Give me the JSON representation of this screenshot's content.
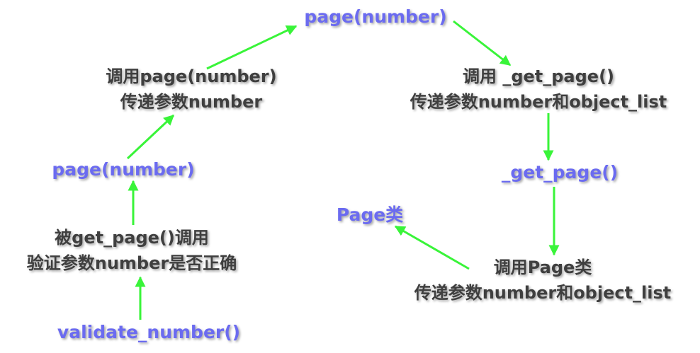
{
  "colors": {
    "function": "#6b6bf0",
    "description": "#3f3f3f",
    "arrow": "#39f439"
  },
  "nodes": {
    "validate_number": "validate_number()",
    "desc_validate": [
      "被get_page()调用",
      "验证参数number是否正确"
    ],
    "page_left": "page(number)",
    "desc_call_page": [
      "调用page(number)",
      "传递参数number"
    ],
    "page_top": "page(number)",
    "desc_call_get_page": [
      "调用 _get_page()",
      "传递参数number和object_list"
    ],
    "get_page": "_get_page()",
    "desc_call_page_class": [
      "调用Page类",
      "传递参数number和object_list"
    ],
    "page_class": "Page类"
  }
}
